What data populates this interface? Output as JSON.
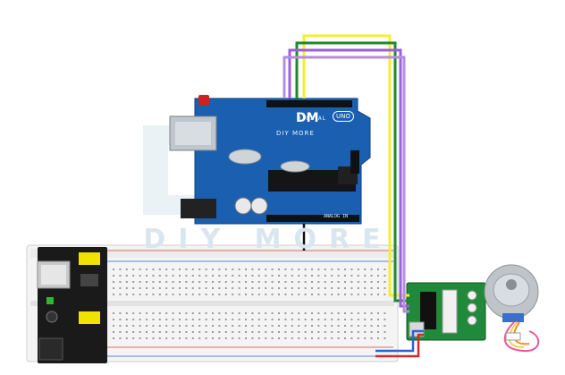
{
  "diagram": {
    "watermark": "DIY MORE",
    "arduino_board": {
      "brand_logo": "DM",
      "brand_name": "DIY MORE",
      "model_badge": "UNO",
      "header_label_digital": "DIGITAL",
      "header_label_analog": "ANALOG IN"
    },
    "wire_colors": {
      "yellow": "#f4ef2a",
      "green": "#1f8a2a",
      "purple_a": "#9a62d6",
      "purple_b": "#b48ce3",
      "red": "#d22a2a",
      "blue": "#2f5fd6",
      "black": "#111111"
    },
    "components": [
      "arduino-uno-board",
      "breadboard",
      "breadboard-power-module",
      "uln2003-driver-board",
      "28byj-48-stepper-motor"
    ]
  }
}
